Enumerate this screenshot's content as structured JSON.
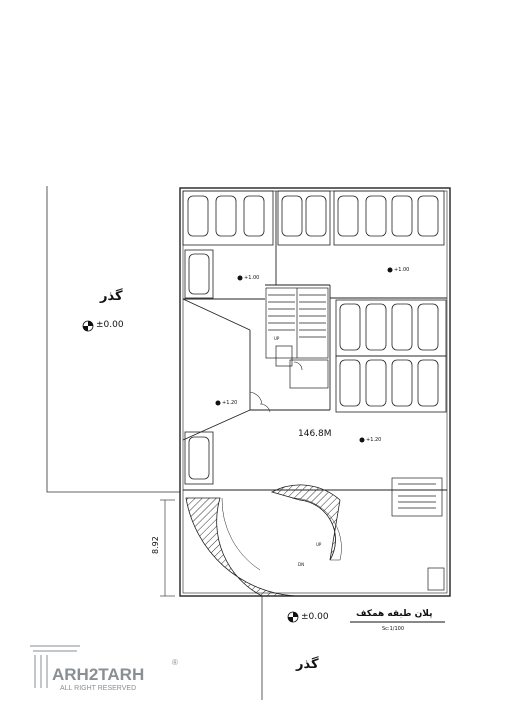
{
  "street_label": "گذر",
  "street_label_bottom": "گذر",
  "level_street": "±0.00",
  "level_bottom": "±0.00",
  "level_a": "+1.00",
  "level_b": "+1.00",
  "level_c": "+1.20",
  "level_d": "+1.20",
  "area_label": "146.8M",
  "dim_depth": "8.92",
  "up_label": "UP",
  "dn_label": "DN",
  "title": "پلان طبقه همکف",
  "scale": "Sc:1/100",
  "logo": {
    "brand": "ARH2TARH",
    "tagline": "ALL RIGHT RESERVED",
    "mark": "®"
  },
  "colors": {
    "line": "#222222",
    "hatch": "#333333",
    "logo": "#8a8f93"
  }
}
